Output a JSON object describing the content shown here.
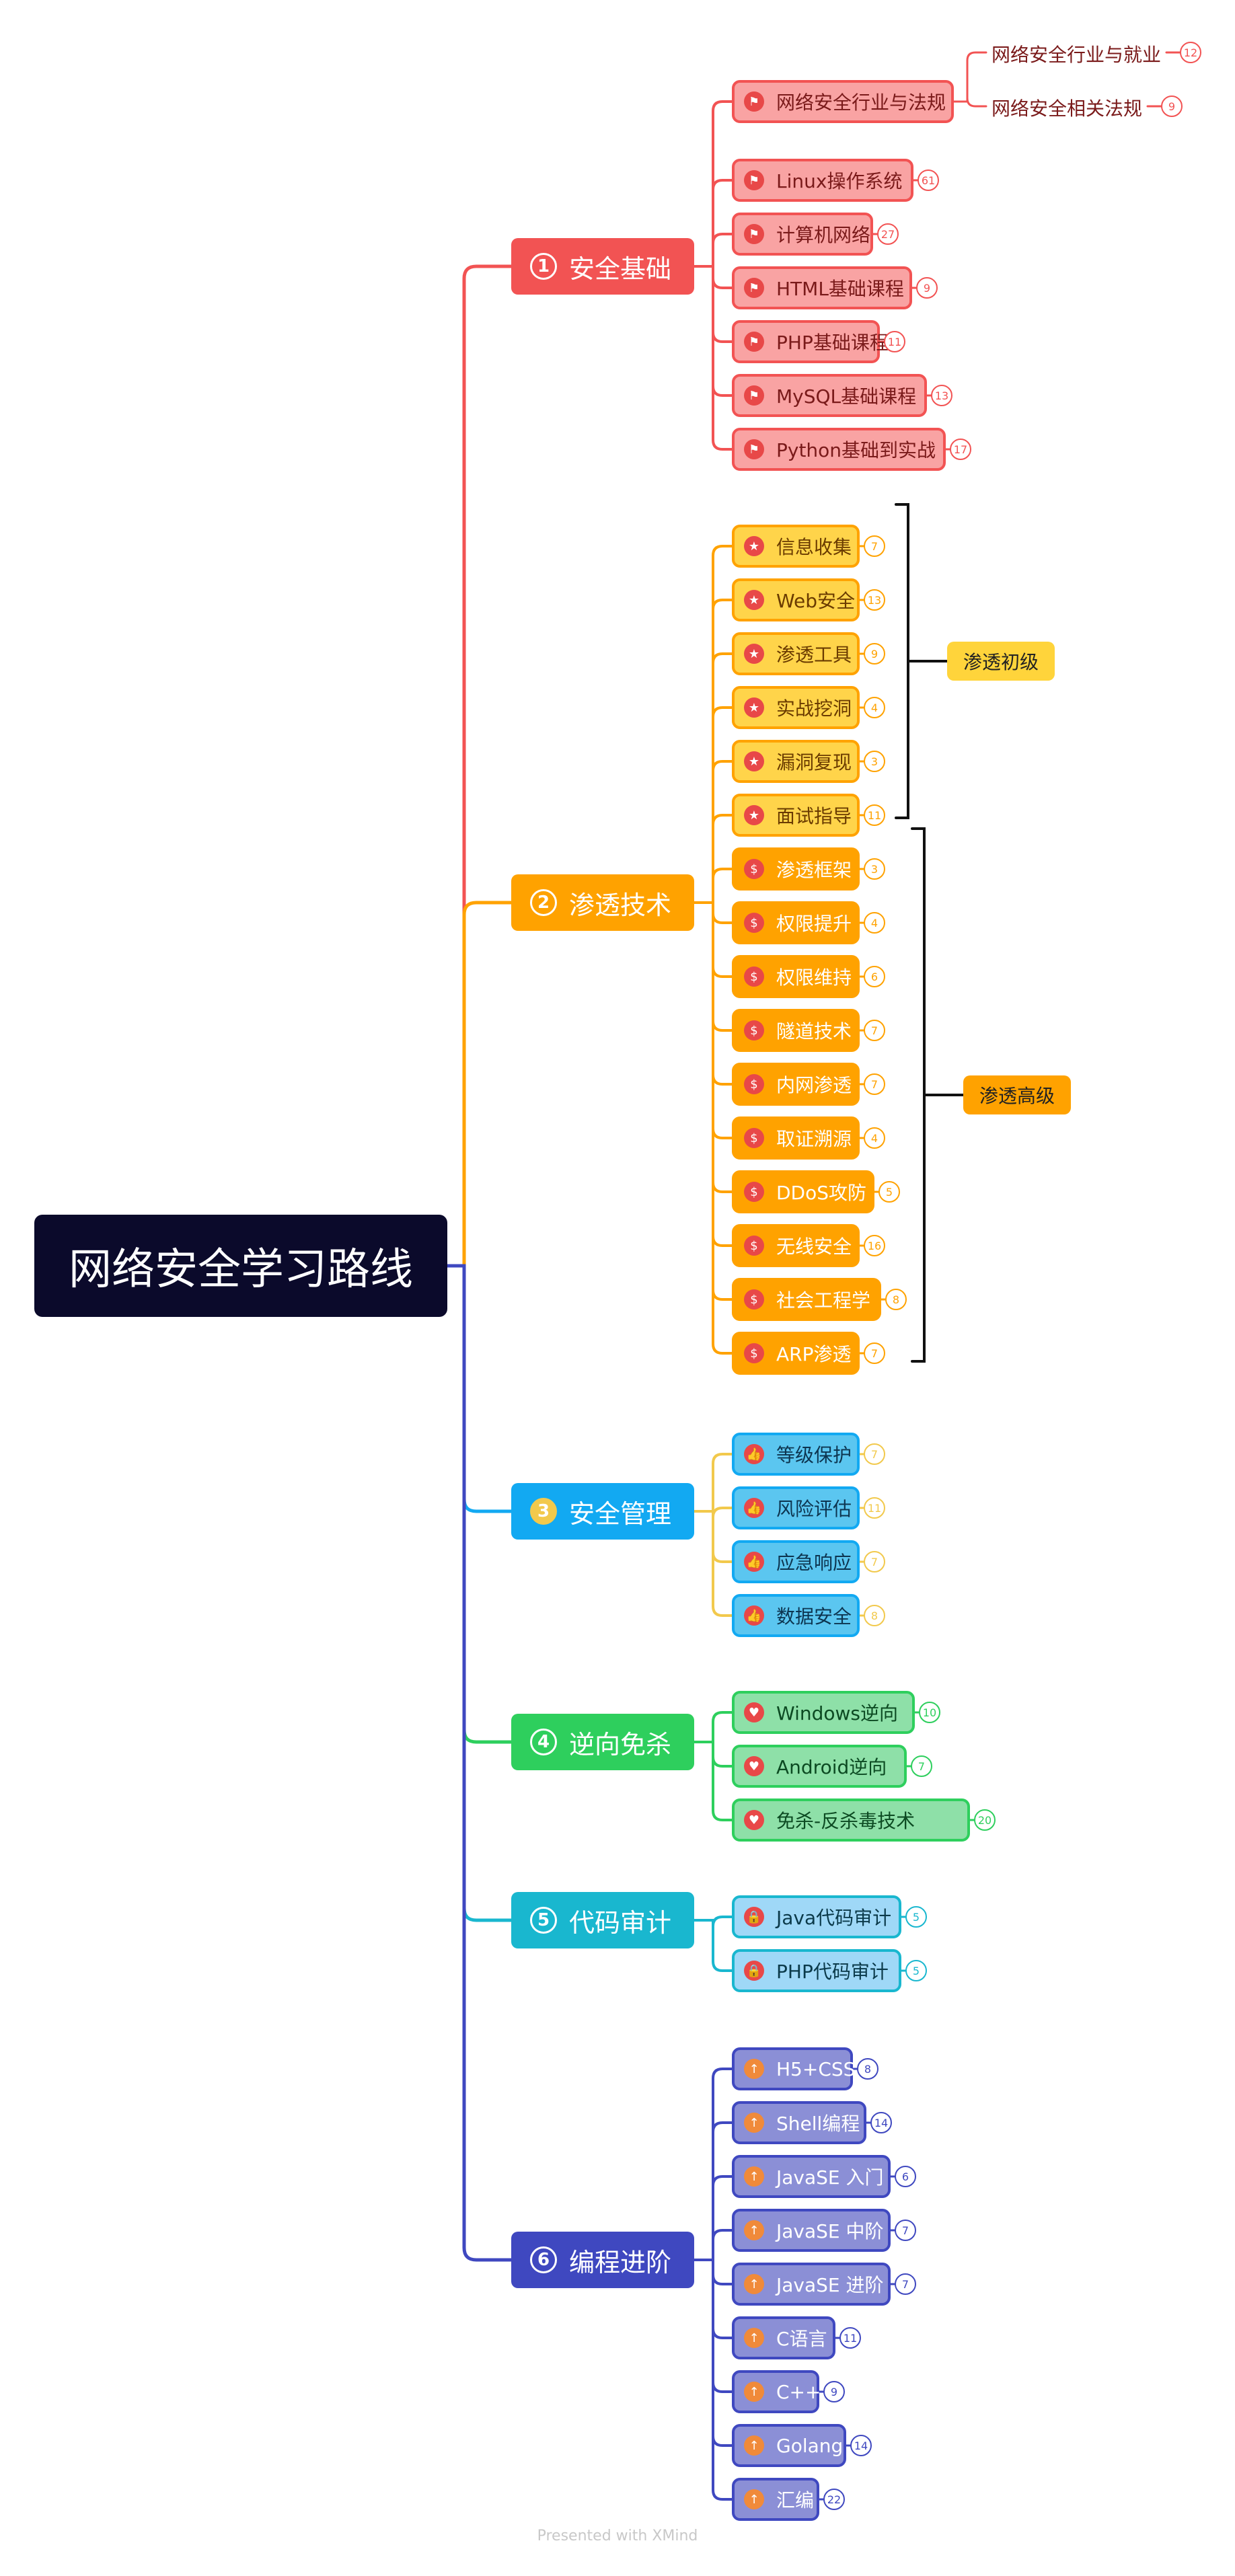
{
  "root": {
    "title": "网络安全学习路线"
  },
  "branches": [
    {
      "num": "1",
      "label": "安全基础",
      "color": "#f25353",
      "light": "#f9a3a3",
      "icon": "flag-icon",
      "children": [
        {
          "label": "网络安全行业与法规",
          "count": "",
          "children": [
            {
              "label": "网络安全行业与就业",
              "count": "12"
            },
            {
              "label": "网络安全相关法规",
              "count": "9"
            }
          ]
        },
        {
          "label": "Linux操作系统",
          "count": "61"
        },
        {
          "label": "计算机网络",
          "count": "27"
        },
        {
          "label": "HTML基础课程",
          "count": "9"
        },
        {
          "label": "PHP基础课程",
          "count": "11"
        },
        {
          "label": "MySQL基础课程",
          "count": "13"
        },
        {
          "label": "Python基础到实战",
          "count": "17"
        }
      ]
    },
    {
      "num": "2",
      "label": "渗透技术",
      "color": "#ffa200",
      "light": "#ffd44a",
      "icon": "star-icon",
      "children": [
        {
          "label": "信息收集",
          "count": "7"
        },
        {
          "label": "Web安全",
          "count": "13"
        },
        {
          "label": "渗透工具",
          "count": "9"
        },
        {
          "label": "实战挖洞",
          "count": "4"
        },
        {
          "label": "漏洞复现",
          "count": "3"
        },
        {
          "label": "面试指导",
          "count": "11"
        },
        {
          "label": "渗透框架",
          "count": "3"
        },
        {
          "label": "权限提升",
          "count": "4"
        },
        {
          "label": "权限维持",
          "count": "6"
        },
        {
          "label": "隧道技术",
          "count": "7"
        },
        {
          "label": "内网渗透",
          "count": "7"
        },
        {
          "label": "取证溯源",
          "count": "4"
        },
        {
          "label": "DDoS攻防",
          "count": "5"
        },
        {
          "label": "无线安全",
          "count": "16"
        },
        {
          "label": "社会工程学",
          "count": "8"
        },
        {
          "label": "ARP渗透",
          "count": "7"
        }
      ]
    },
    {
      "num": "3",
      "label": "安全管理",
      "color": "#12a9f2",
      "light": "#5bc6f0",
      "icon": "thumbs-up-icon",
      "children": [
        {
          "label": "等级保护",
          "count": "7"
        },
        {
          "label": "风险评估",
          "count": "11"
        },
        {
          "label": "应急响应",
          "count": "7"
        },
        {
          "label": "数据安全",
          "count": "8"
        }
      ]
    },
    {
      "num": "4",
      "label": "逆向免杀",
      "color": "#2ecf5d",
      "light": "#8ee0a8",
      "icon": "heart-icon",
      "children": [
        {
          "label": "Windows逆向",
          "count": "10"
        },
        {
          "label": "Android逆向",
          "count": "7"
        },
        {
          "label": "免杀-反杀毒技术",
          "count": "20"
        }
      ]
    },
    {
      "num": "5",
      "label": "代码审计",
      "color": "#19b7cf",
      "light": "#9fd8f7",
      "icon": "lock-icon",
      "children": [
        {
          "label": "Java代码审计",
          "count": "5"
        },
        {
          "label": "PHP代码审计",
          "count": "5"
        }
      ]
    },
    {
      "num": "6",
      "label": "编程进阶",
      "color": "#3f48c0",
      "light": "#8b8fd6",
      "icon": "up-arrow-icon",
      "children": [
        {
          "label": "H5+CSS",
          "count": "8"
        },
        {
          "label": "Shell编程",
          "count": "14"
        },
        {
          "label": "JavaSE 入门",
          "count": "6"
        },
        {
          "label": "JavaSE 中阶",
          "count": "7"
        },
        {
          "label": "JavaSE 进阶",
          "count": "7"
        },
        {
          "label": "C语言",
          "count": "11"
        },
        {
          "label": "C++",
          "count": "9"
        },
        {
          "label": "Golang",
          "count": "14"
        },
        {
          "label": "汇编",
          "count": "22"
        }
      ]
    }
  ],
  "summaries": [
    {
      "label": "渗透初级",
      "color": "#ffd43b"
    },
    {
      "label": "渗透高级",
      "color": "#ffa200"
    }
  ],
  "footer": "Presented with XMind"
}
